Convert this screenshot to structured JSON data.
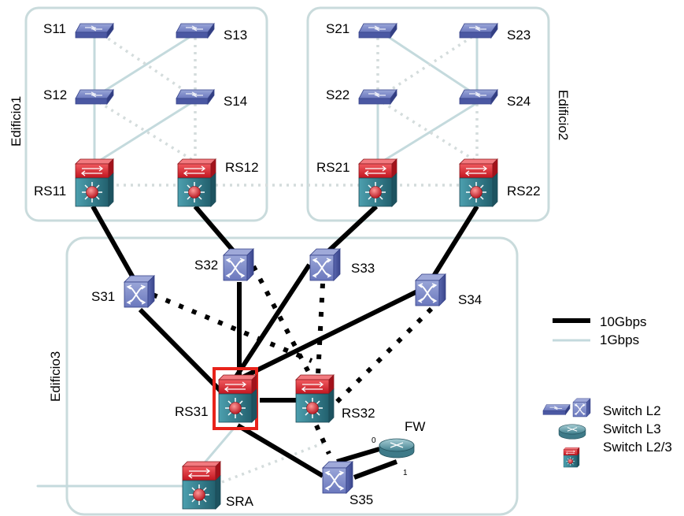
{
  "buildings": [
    {
      "id": "b1",
      "label": "Edificio1"
    },
    {
      "id": "b2",
      "label": "Edificio2"
    },
    {
      "id": "b3",
      "label": "Edificio3"
    }
  ],
  "devices": {
    "S11": {
      "label": "S11",
      "type": "switch-l2-flat"
    },
    "S12": {
      "label": "S12",
      "type": "switch-l2-flat"
    },
    "S13": {
      "label": "S13",
      "type": "switch-l2-flat"
    },
    "S14": {
      "label": "S14",
      "type": "switch-l2-flat"
    },
    "S21": {
      "label": "S21",
      "type": "switch-l2-flat"
    },
    "S22": {
      "label": "S22",
      "type": "switch-l2-flat"
    },
    "S23": {
      "label": "S23",
      "type": "switch-l2-flat"
    },
    "S24": {
      "label": "S24",
      "type": "switch-l2-flat"
    },
    "RS11": {
      "label": "RS11",
      "type": "switch-l2-3"
    },
    "RS12": {
      "label": "RS12",
      "type": "switch-l2-3"
    },
    "RS21": {
      "label": "RS21",
      "type": "switch-l2-3"
    },
    "RS22": {
      "label": "RS22",
      "type": "switch-l2-3"
    },
    "S31": {
      "label": "S31",
      "type": "switch-l2-cube"
    },
    "S32": {
      "label": "S32",
      "type": "switch-l2-cube"
    },
    "S33": {
      "label": "S33",
      "type": "switch-l2-cube"
    },
    "S34": {
      "label": "S34",
      "type": "switch-l2-cube"
    },
    "S35": {
      "label": "S35",
      "type": "switch-l2-cube"
    },
    "RS31": {
      "label": "RS31",
      "type": "switch-l2-3",
      "highlighted": true
    },
    "RS32": {
      "label": "RS32",
      "type": "switch-l2-3"
    },
    "SRA": {
      "label": "SRA",
      "type": "switch-l2-3"
    },
    "FW": {
      "label": "FW",
      "type": "router"
    }
  },
  "fw_ports": {
    "port0": "0",
    "port1": "1"
  },
  "legend": {
    "link_10g": "10Gbps",
    "link_1g": "1Gbps",
    "switch_l2": "Switch L2",
    "switch_l3": "Switch L3",
    "switch_l23": "Switch L2/3"
  },
  "colors": {
    "link_10g": "#000000",
    "link_1g": "#c4dadd",
    "blocked_1g": "#d4dcdc",
    "building_border": "#c9dbdc",
    "switch_blue": "#4f5fa3",
    "l23_red": "#d9202b",
    "l23_teal": "#2d7c8c",
    "highlight": "#e8231b"
  }
}
